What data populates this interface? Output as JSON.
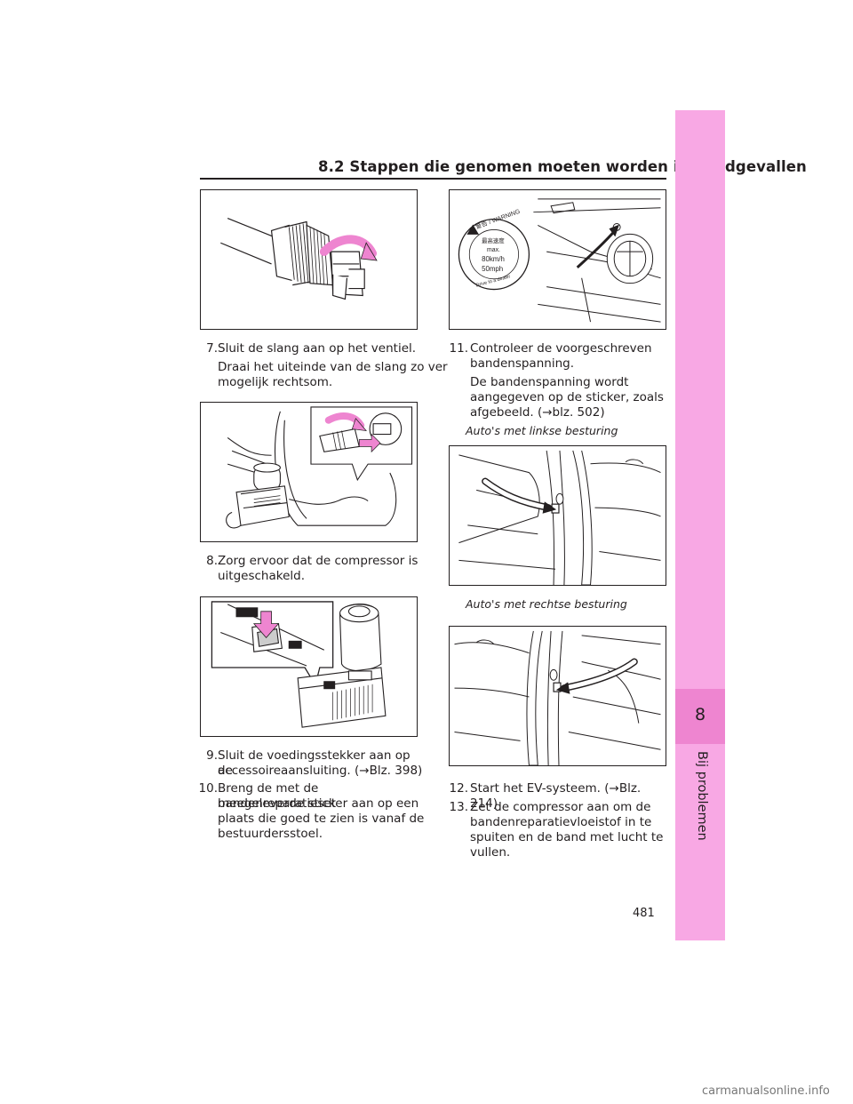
{
  "header": {
    "title": "8.2  Stappen die genomen moeten worden in noodgevallen"
  },
  "side_tab": {
    "chapter_number": "8",
    "chapter_label": "Bij problemen"
  },
  "page_number": "481",
  "left": {
    "step7": {
      "num": "7.",
      "lines": [
        "Sluit de slang aan op het ventiel."
      ],
      "sub": [
        "Draai het uiteinde van de slang zo ver",
        "mogelijk rechtsom."
      ]
    },
    "step8": {
      "num": "8.",
      "lines": [
        "Zorg ervoor dat de compressor is",
        "uitgeschakeld."
      ]
    },
    "step9": {
      "num": "9.",
      "lines": [
        "Sluit de voedingsstekker aan op de",
        "accessoireaansluiting. (→Blz. 398)"
      ]
    },
    "step10": {
      "num": "10.",
      "lines": [
        "Breng de met de bandenreparatieset",
        "meegeleverde sticker aan op een",
        "plaats die goed te zien is vanaf de",
        "bestuurdersstoel."
      ]
    }
  },
  "right": {
    "sticker": {
      "warning": "警告 / WARNING",
      "max_label": "最高速度",
      "max": "max.",
      "kmh": "80km/h",
      "mph": "50mph",
      "drive": "Drive to a dealer"
    },
    "step11": {
      "num": "11.",
      "lines": [
        "Controleer de voorgeschreven",
        "bandenspanning."
      ],
      "sub": [
        "De bandenspanning wordt",
        "aangegeven op de sticker, zoals",
        "afgebeeld. (→blz. 502)"
      ]
    },
    "lhd_label": "Auto's met linkse besturing",
    "rhd_label": "Auto's met rechtse besturing",
    "step12": {
      "num": "12.",
      "lines": [
        "Start het EV-systeem. (→Blz. 214)"
      ]
    },
    "step13": {
      "num": "13.",
      "lines": [
        "Zet de compressor aan om de",
        "bandenreparatievloeistof in te",
        "spuiten en de band met lucht te",
        "vullen."
      ]
    }
  },
  "watermark": "carmanualsonline.info"
}
